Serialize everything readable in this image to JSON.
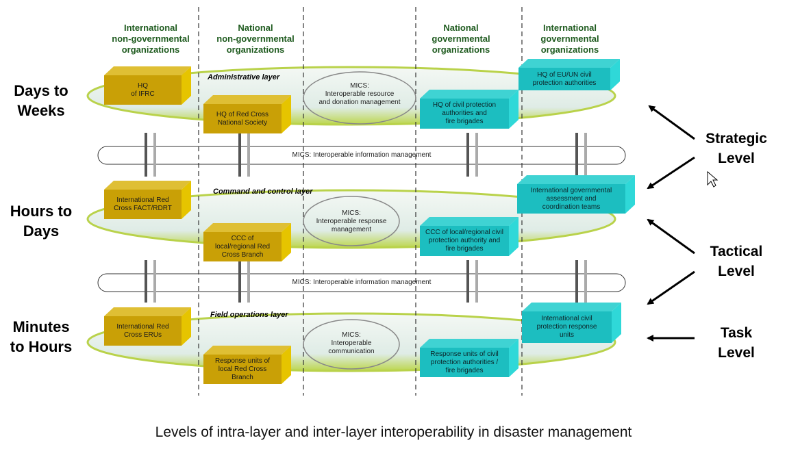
{
  "column_headers": [
    {
      "id": "intl-ngo",
      "text": "International\nnon-governmental\norganizations"
    },
    {
      "id": "national-ngo",
      "text": "National\nnon-governmental\norganizations"
    },
    {
      "id": "national-gov",
      "text": "National\ngovernmental\norganizations"
    },
    {
      "id": "intl-gov",
      "text": "International\ngovernmental\norganizations"
    }
  ],
  "time_scales": [
    "Days to\nWeeks",
    "Hours to\nDays",
    "Minutes\nto Hours"
  ],
  "levels": [
    "Strategic\nLevel",
    "Tactical\nLevel",
    "Task\nLevel"
  ],
  "layers": [
    {
      "title": "Administrative layer",
      "mics": "MICS:\nInteroperable resource\nand donation management",
      "boxes": {
        "intl_ngo": "HQ\nof IFRC",
        "national_ngo": "HQ of Red Cross\nNational Society",
        "national_gov": "HQ of civil protection\nauthorities and\nfire brigades",
        "intl_gov": "HQ of EU/UN civil\nprotection authorities"
      }
    },
    {
      "title": "Command and control layer",
      "mics": "MICS:\nInteroperable response\nmanagement",
      "boxes": {
        "intl_ngo": "International Red\nCross FACT/RDRT",
        "national_ngo": "CCC of\nlocal/regional Red\nCross Branch",
        "national_gov": "CCC of local/regional civil\nprotection authority and\nfire brigades",
        "intl_gov": "International governmental\nassessment and\ncoordination teams"
      }
    },
    {
      "title": "Field operations layer",
      "mics": "MICS:\nInteroperable\ncommunication",
      "boxes": {
        "intl_ngo": "International Red\nCross ERUs",
        "national_ngo": "Response units of\nlocal Red Cross\nBranch",
        "national_gov": "Response units of civil\nprotection authorities /\nfire brigades",
        "intl_gov": "International civil\nprotection response\nunits"
      }
    }
  ],
  "info_bands": [
    "MICS: Interoperable information management",
    "MICS: Interoperable information management"
  ],
  "caption": "Levels of intra-layer and inter-layer interoperability in disaster management",
  "colors": {
    "ngo_box": "#c9a006",
    "gov_box": "#1cbec0",
    "ellipse": "#b9d24a",
    "header_text": "#1e5a1e"
  }
}
